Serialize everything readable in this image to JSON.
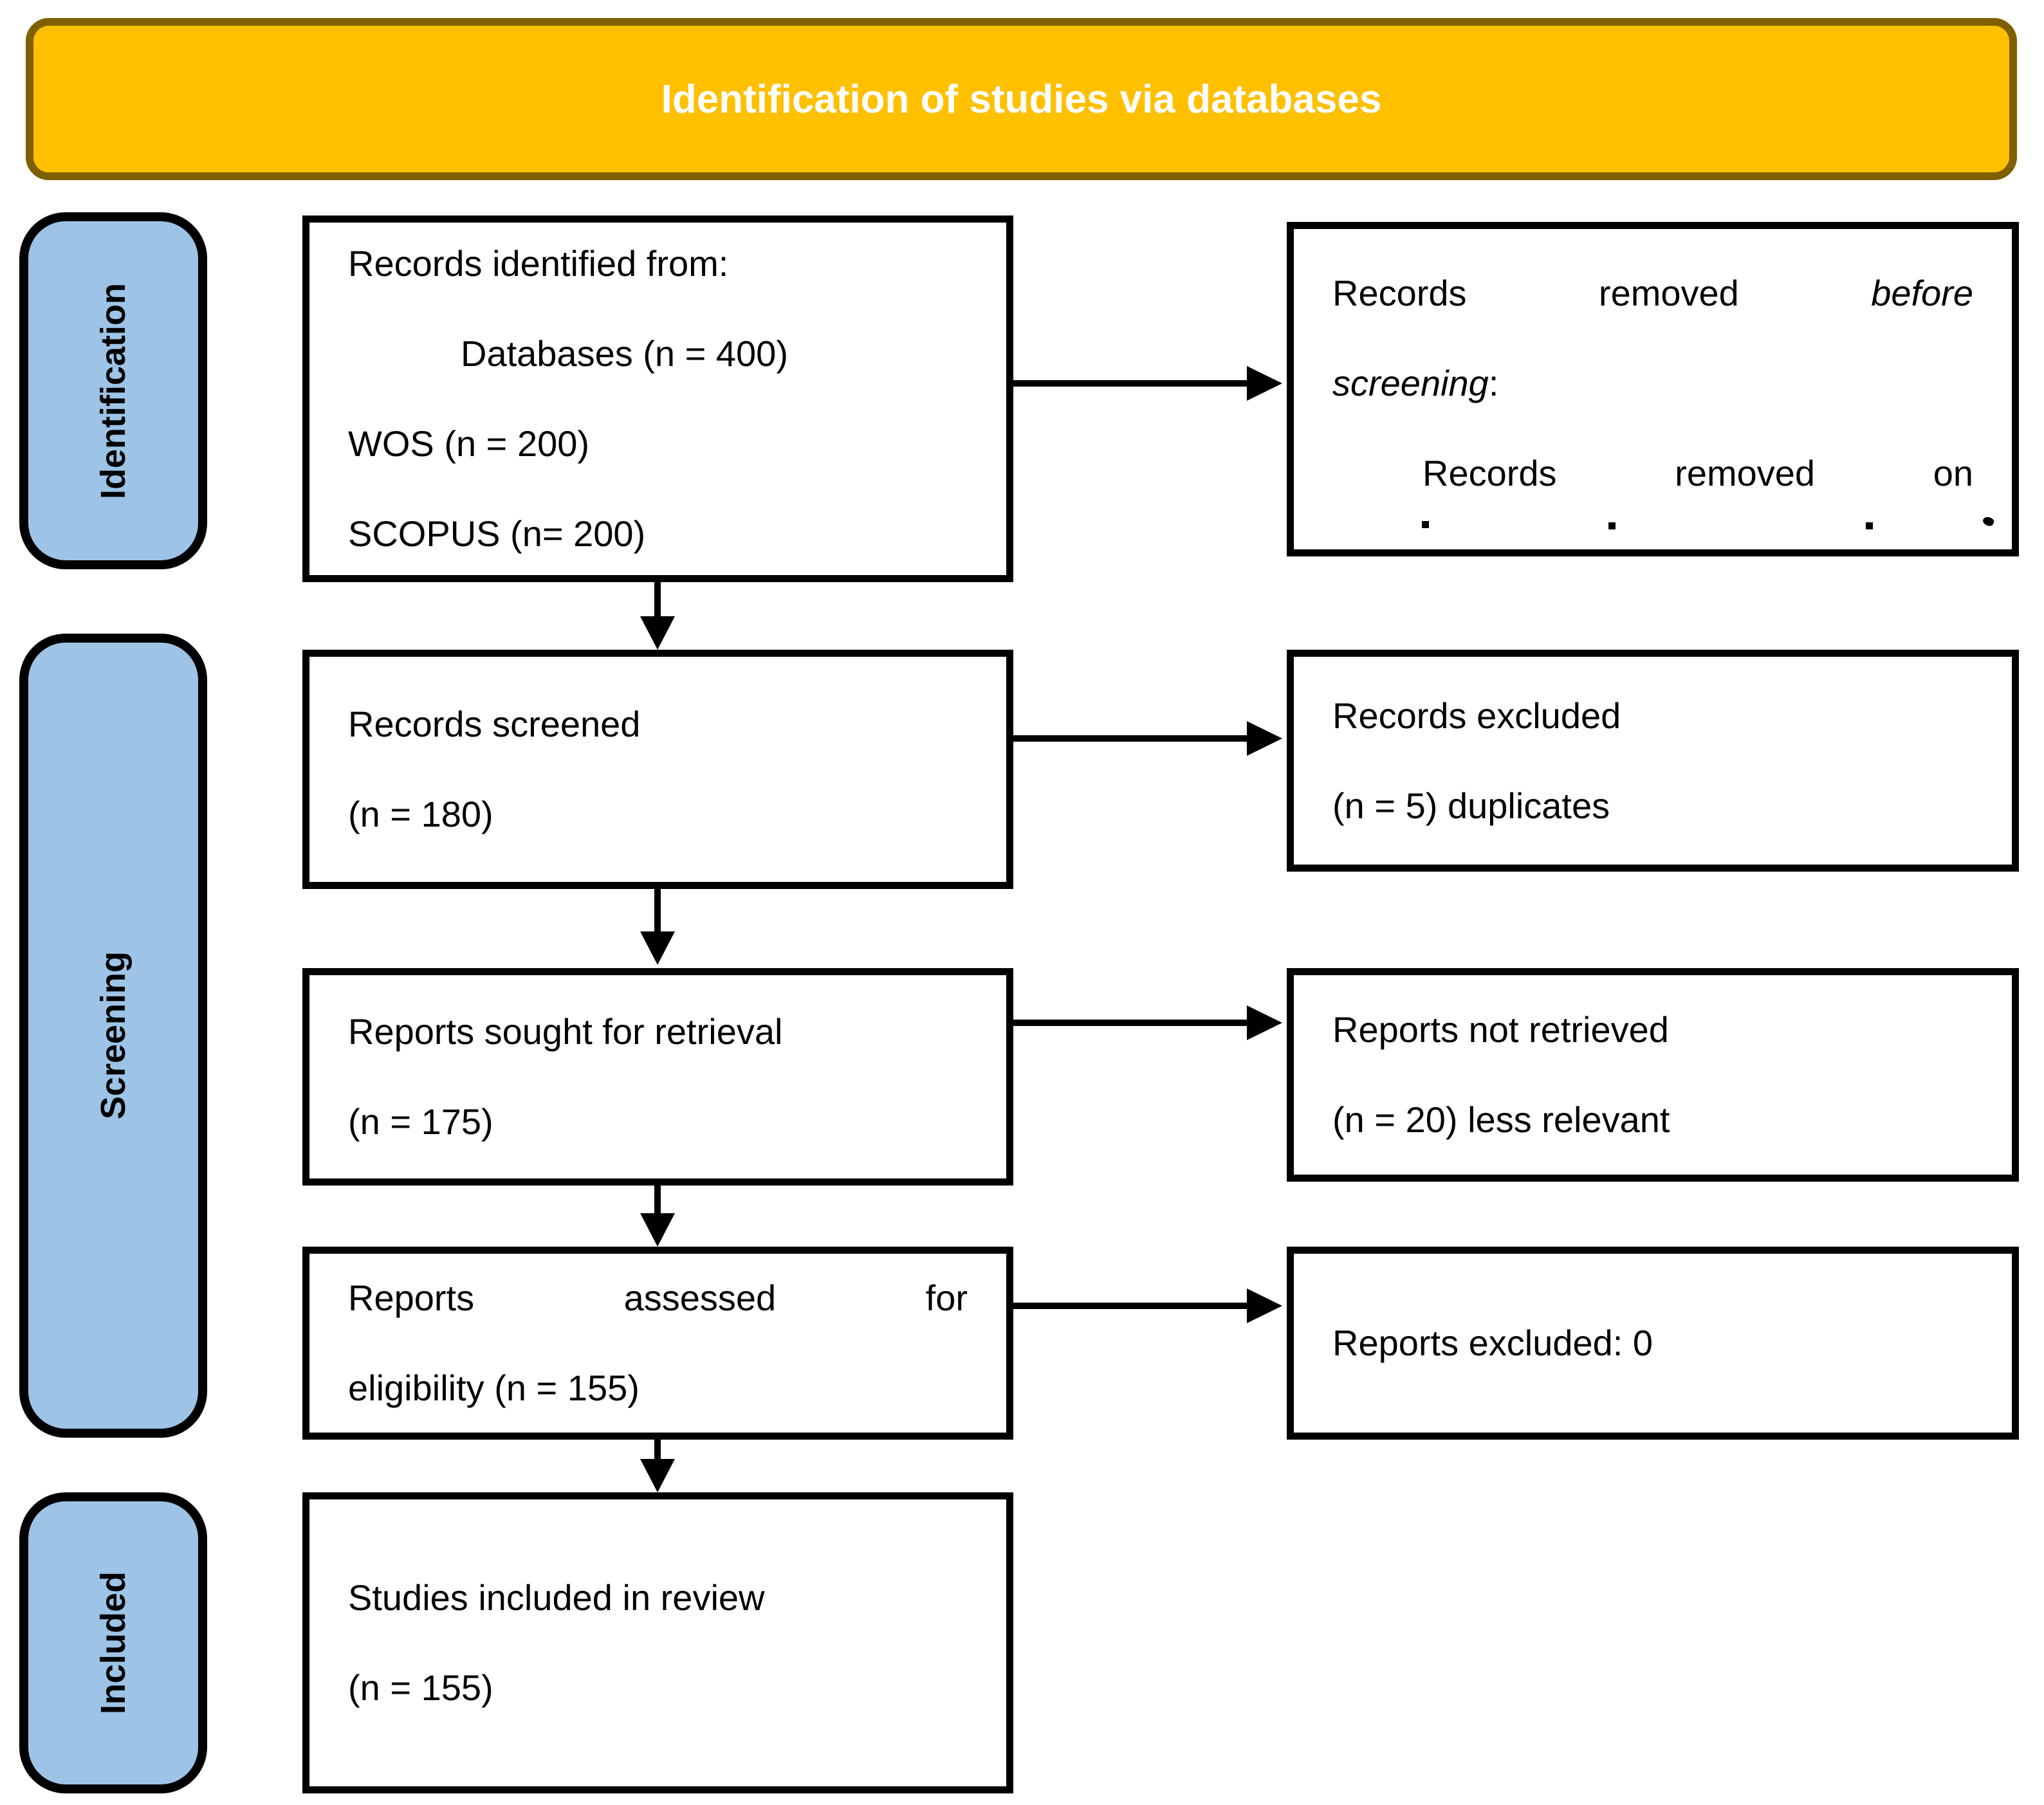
{
  "banner": {
    "title": "Identification of studies via databases"
  },
  "sidebar": {
    "identification": "Identification",
    "screening": "Screening",
    "included": "Included"
  },
  "flow": {
    "box1": {
      "line1": "Records identified from:",
      "line2": "Databases (n = 400)",
      "line3": "WOS (n = 200)",
      "line4": "SCOPUS (n= 200)"
    },
    "box2": {
      "line1": "Records screened",
      "line2": "(n = 180)"
    },
    "box3": {
      "line1": "Reports sought for retrieval",
      "line2": "(n = 175)"
    },
    "box4": {
      "w1": "Reports",
      "w2": "assessed",
      "w3": "for",
      "line2": "eligibility (n = 155)"
    },
    "box5": {
      "line1": "Studies included in review",
      "line2": "(n = 155)"
    }
  },
  "side": {
    "r1": {
      "w1": "Records",
      "w2": "removed",
      "w3_italic": "before",
      "line2_italic": "screening",
      "line2_colon": ":",
      "l3w1": "Records",
      "l3w2": "removed",
      "l3w3": "on"
    },
    "r2": {
      "line1": "Records excluded",
      "line2": "(n = 5) duplicates"
    },
    "r3": {
      "line1": "Reports not retrieved",
      "line2": "(n = 20) less relevant"
    },
    "r4": {
      "line1": "Reports excluded: 0"
    }
  },
  "colors": {
    "banner_fill": "#FFC000",
    "banner_border": "#7E6000",
    "sidebar_fill": "#9DC3E6",
    "box_border": "#000000",
    "banner_text": "#FFFFFF"
  }
}
